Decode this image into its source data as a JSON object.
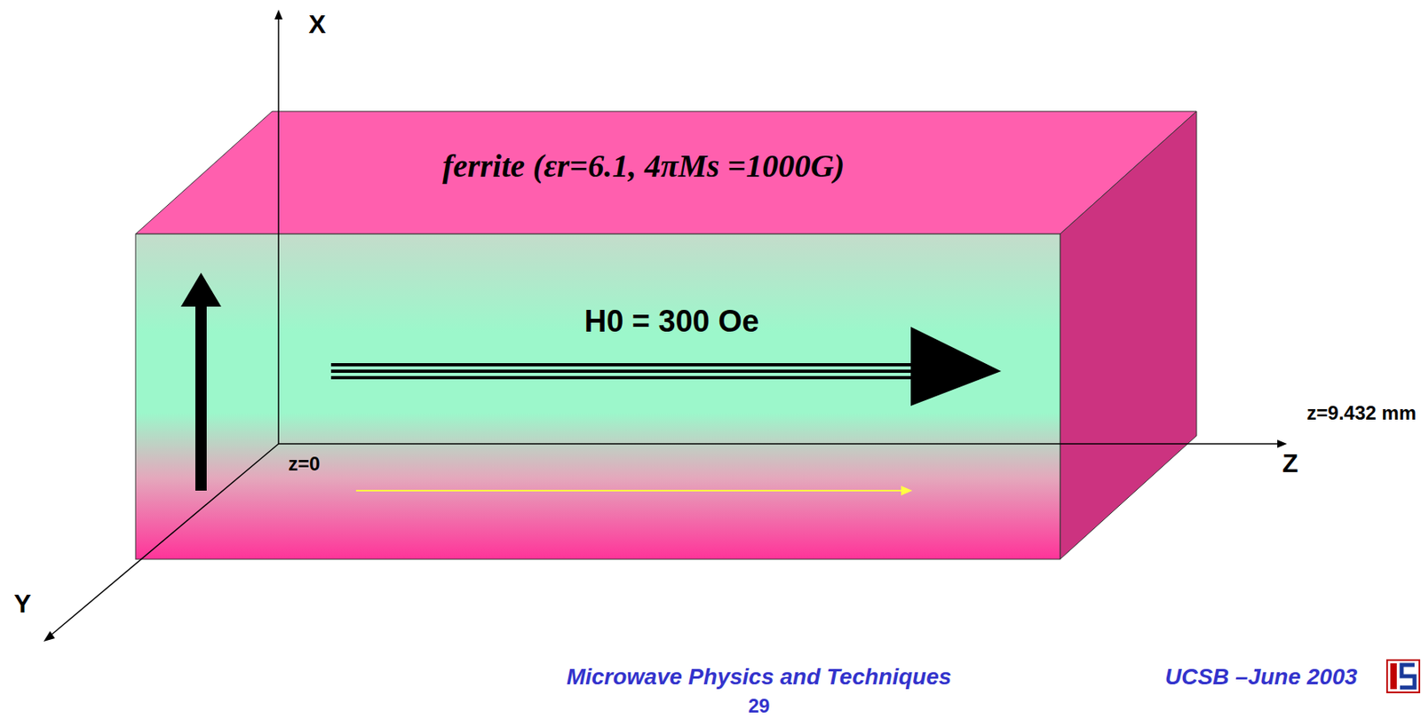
{
  "diagram": {
    "labels": [
      "X",
      "ferrite (εr=6.1, 4πMs =1000G)",
      "H0 = 300 Oe",
      "z=0",
      "z=9.432 mm",
      "Z",
      "Y",
      "Microwave Physics and Techniques",
      "UCSB –June 2003",
      "29"
    ]
  }
}
